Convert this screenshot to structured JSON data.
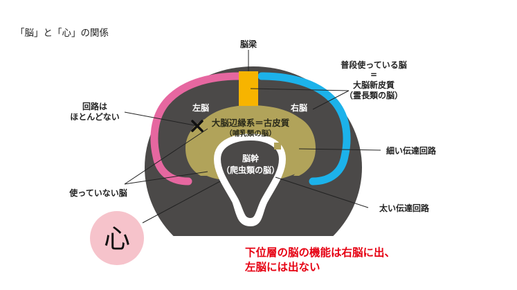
{
  "title": "「脳」と「心」の関係",
  "labels": {
    "corpus_callosum": "脳梁",
    "neocortex_line1": "普段使っている脳",
    "neocortex_line2": "=",
    "neocortex_line3": "大脳新皮質",
    "neocortex_line4": "（霊長類の脳）",
    "left_brain": "左脳",
    "right_brain": "右脳",
    "almost_none_line1": "回路は",
    "almost_none_line2": "ほとんどない",
    "limbic_line1": "大脳辺縁系＝古皮質",
    "limbic_line2": "（哺乳類の脳）",
    "thin_circuit": "細い伝達回路",
    "brainstem_line1": "脳幹",
    "brainstem_line2": "（爬虫類の脳）",
    "unused_brain": "使っていない脳",
    "thick_circuit": "太い伝達回路",
    "heart": "心",
    "note_line1": "下位層の脳の機能は右脳に出、",
    "note_line2": "左脳には出ない"
  },
  "colors": {
    "background": "#ffffff",
    "skull": "#4b4948",
    "left_cortex": "#e667a0",
    "right_cortex": "#1cb2ea",
    "corpus_callosum": "#f7b400",
    "limbic": "#b1a35a",
    "brainstem": "#ffffff",
    "heart_circle": "#f6c3cb",
    "note_text": "#e60012"
  },
  "icons": {
    "cross": "cross-mark-icon"
  }
}
